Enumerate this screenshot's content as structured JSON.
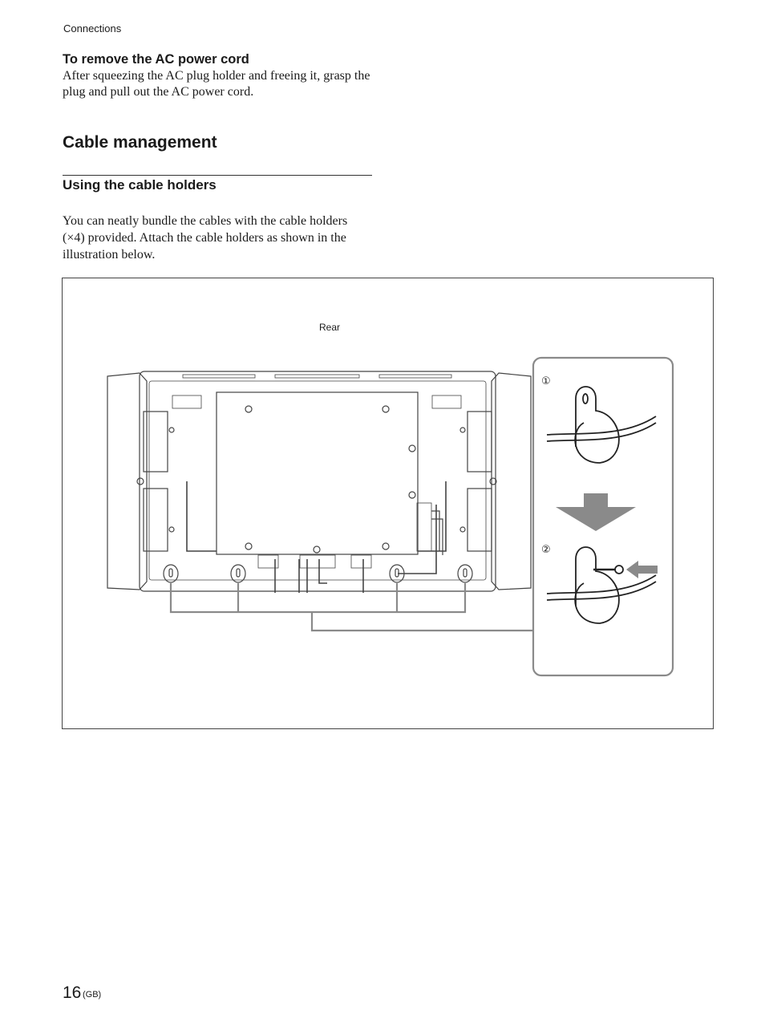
{
  "header": {
    "running_head": "Connections"
  },
  "remove_cord": {
    "heading": "To remove the AC power cord",
    "body": "After squeezing the AC plug holder and freeing it, grasp the plug and pull out the AC power cord."
  },
  "cable_management": {
    "heading": "Cable management",
    "subheading": "Using the cable holders",
    "body": "You can neatly bundle the cables with the cable holders (×4) provided. Attach the cable holders as shown in the illustration below."
  },
  "figure": {
    "rear_label": "Rear",
    "step1_label": "①",
    "step2_label": "②"
  },
  "footer": {
    "page_number": "16",
    "page_suffix": "(GB)"
  }
}
